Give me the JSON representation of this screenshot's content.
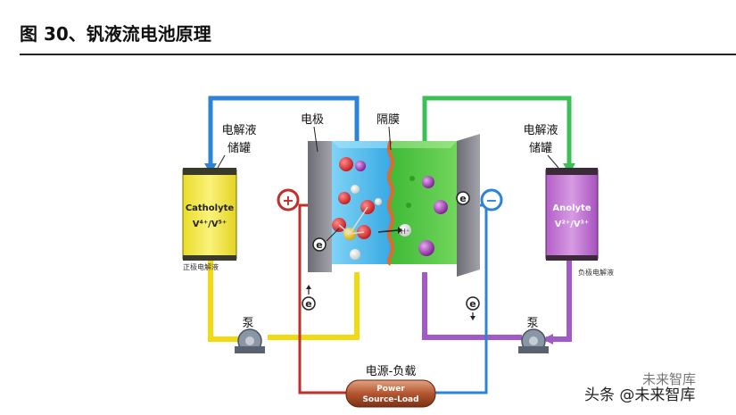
{
  "title": "图 30、钒液流电池原理",
  "labels": {
    "electrode": "电极",
    "membrane": "隔膜",
    "left_tank_line1": "电解液",
    "left_tank_line2": "储罐",
    "right_tank_line1": "电解液",
    "right_tank_line2": "储罐",
    "catholyte": "Catholyte",
    "catholyte_ions": "V⁴⁺/V⁵⁺",
    "anolyte": "Anolyte",
    "anolyte_ions": "V²⁺/V³⁺",
    "positive_electrolyte": "正极电解液",
    "negative_electrolyte": "负极电解液",
    "pump_left": "泵",
    "pump_right": "泵",
    "power_label": "电源-负载",
    "power_line1": "Power",
    "power_line2": "Source-Load",
    "plus": "+",
    "minus": "−",
    "electron": "e",
    "proton": "H⁺"
  },
  "watermark": {
    "text": "头条 @未来智库",
    "faint": "未来智库"
  },
  "colors": {
    "catholyte": "#f3e84a",
    "anolyte": "#c77bd6",
    "blue_cell": "#5cc0ee",
    "green_cell": "#58c84c",
    "blue_pipe": "#2d83d6",
    "green_pipe": "#3cbf55",
    "yellow_pipe": "#f2da10",
    "purple_pipe": "#a15ac7",
    "red_wire": "#c0302a",
    "membrane": "#e06a2c"
  }
}
